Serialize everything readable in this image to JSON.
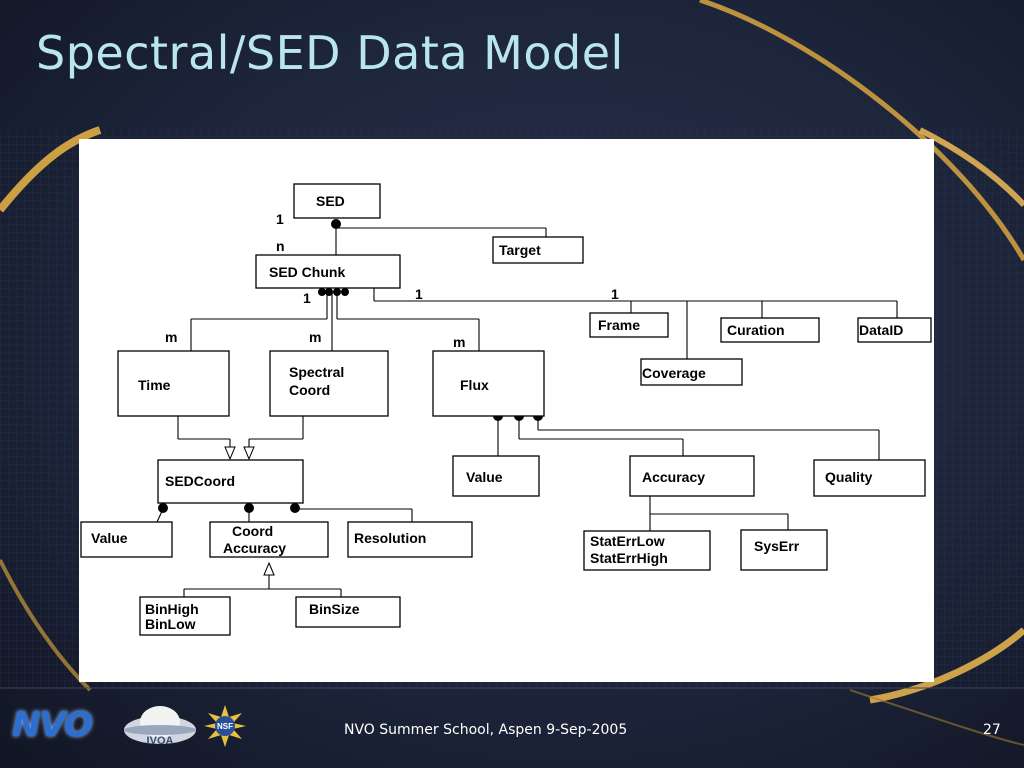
{
  "slide": {
    "title": "Spectral/SED Data Model",
    "footer": "NVO Summer School, Aspen 9-Sep-2005",
    "page_number": "27",
    "logos": [
      "NVO",
      "IVOA",
      "NSF"
    ]
  },
  "colors": {
    "background": "#1b2236",
    "title": "#b9e6ee",
    "accent_swoosh": "#d9a640",
    "panel": "#ffffff"
  },
  "diagram": {
    "boxes": {
      "sed": "SED",
      "target": "Target",
      "sed_chunk": "SED Chunk",
      "frame": "Frame",
      "curation": "Curation",
      "dataid": "DataID",
      "coverage": "Coverage",
      "time": "Time",
      "spectral_coord_1": "Spectral",
      "spectral_coord_2": "Coord",
      "flux": "Flux",
      "sedcoord": "SEDCoord",
      "value_left": "Value",
      "coord_accuracy_1": "Coord",
      "coord_accuracy_2": "Accuracy",
      "resolution": "Resolution",
      "binhigh": "BinHigh",
      "binlow": "BinLow",
      "binsize": "BinSize",
      "value_flux": "Value",
      "accuracy": "Accuracy",
      "quality": "Quality",
      "staterrlow": "StatErrLow",
      "staterrhigh": "StatErrHigh",
      "syserr": "SysErr"
    },
    "multiplicities": {
      "sed_one": "1",
      "chunk_n": "n",
      "chunk_one_left": "1",
      "chunk_one_mid": "1",
      "chunk_one_right": "1",
      "time_m": "m",
      "spectral_m": "m",
      "flux_m": "m"
    }
  }
}
